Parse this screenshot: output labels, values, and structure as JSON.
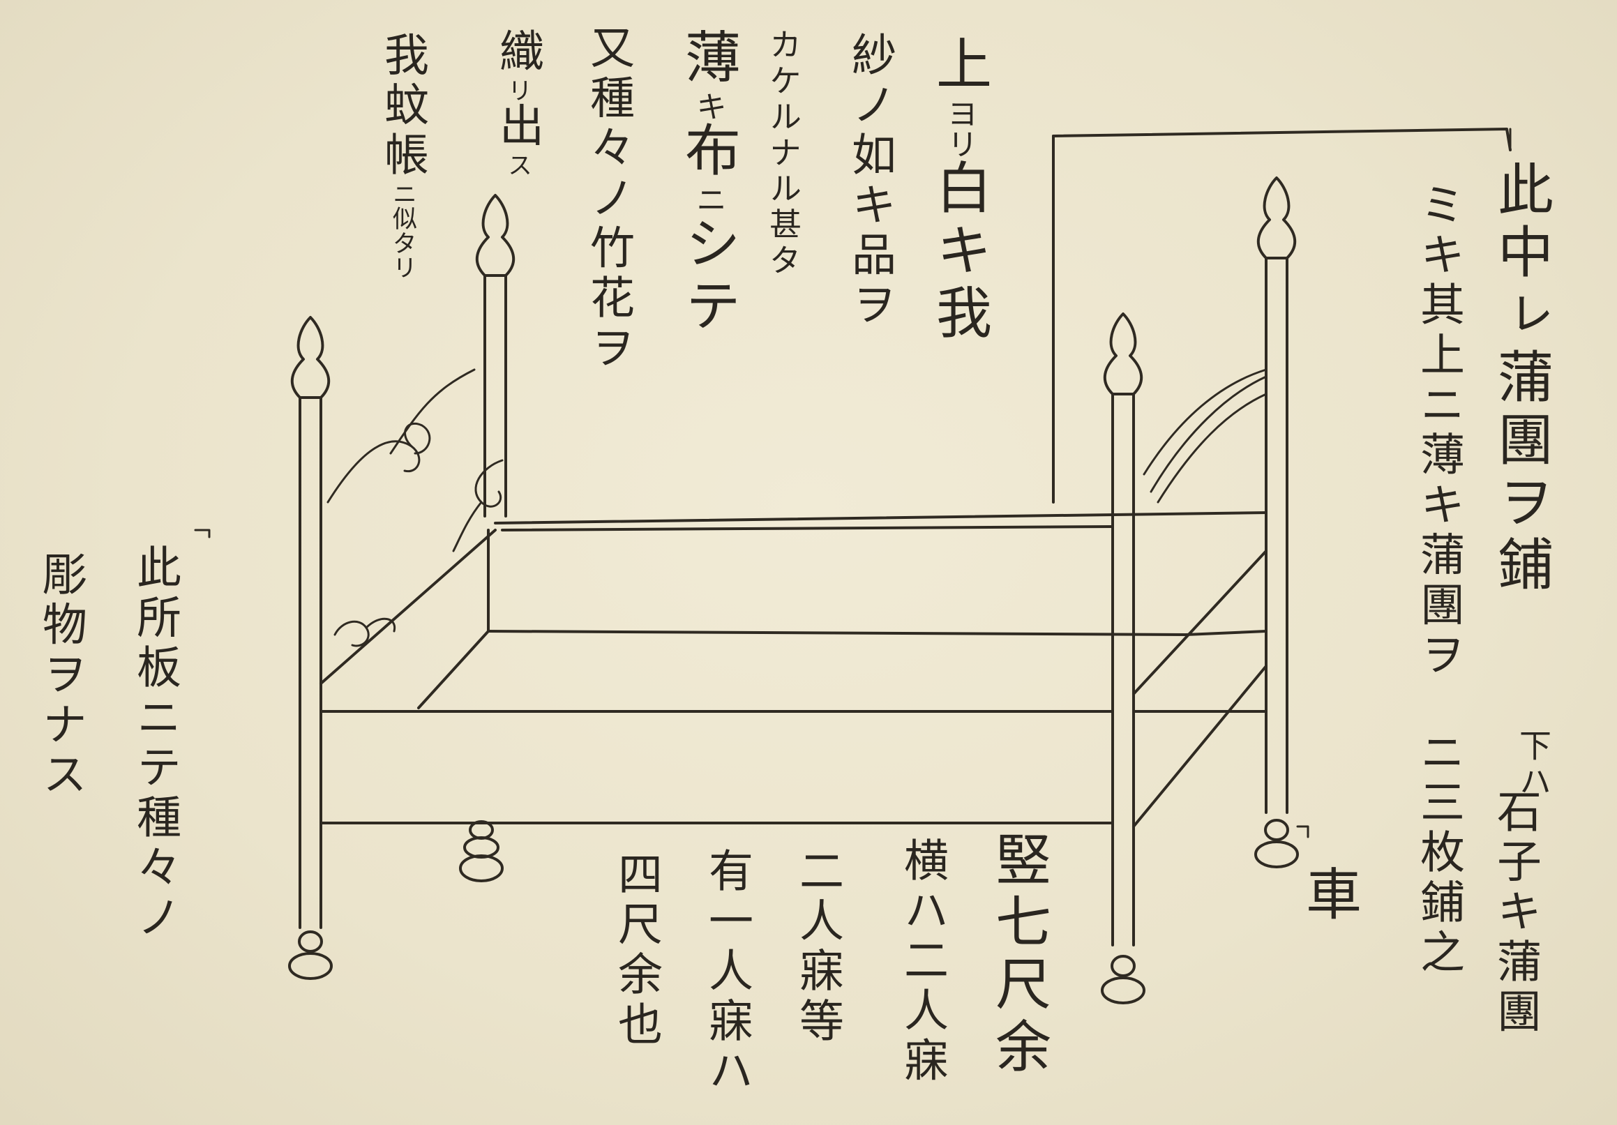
{
  "label_top": {
    "col1": {
      "main": "上",
      "sub": "ヨリ",
      "rest": "白キ我"
    },
    "col2": "紗ノ如キ品ヲ",
    "col3": "カケルナル甚タ",
    "col4": {
      "main1": "薄",
      "sub1": "キ",
      "main2": "布",
      "sub2": "ニ",
      "rest": "シテ"
    },
    "col5": "又種々ノ竹花ヲ",
    "col6": {
      "main": "織",
      "sub": "リ",
      "main2": "出",
      "sub2": "ス"
    },
    "col7": {
      "main": "我蚊帳",
      "sub": "ニ似タリ"
    }
  },
  "label_right": {
    "col1": "此中ㇾ蒲團ヲ鋪",
    "col1_sub": "下ハ",
    "col2": "ミキ其上ニ薄キ蒲團ヲ",
    "col3": "石子キ蒲團",
    "col3_b": "ニ三枚鋪之"
  },
  "label_wheel": "車",
  "label_left": {
    "col1": "此所板ニテ種々ノ",
    "col2": "彫物ヲナス"
  },
  "label_bottom": {
    "col1": "竪七尺余",
    "col2": "横ハ二人寐",
    "col3": "二人寐等",
    "col4": "有一人寐ハ",
    "col5": "四尺余也"
  },
  "colors": {
    "paper": "#ece6d0",
    "ink": "#2a2620"
  }
}
